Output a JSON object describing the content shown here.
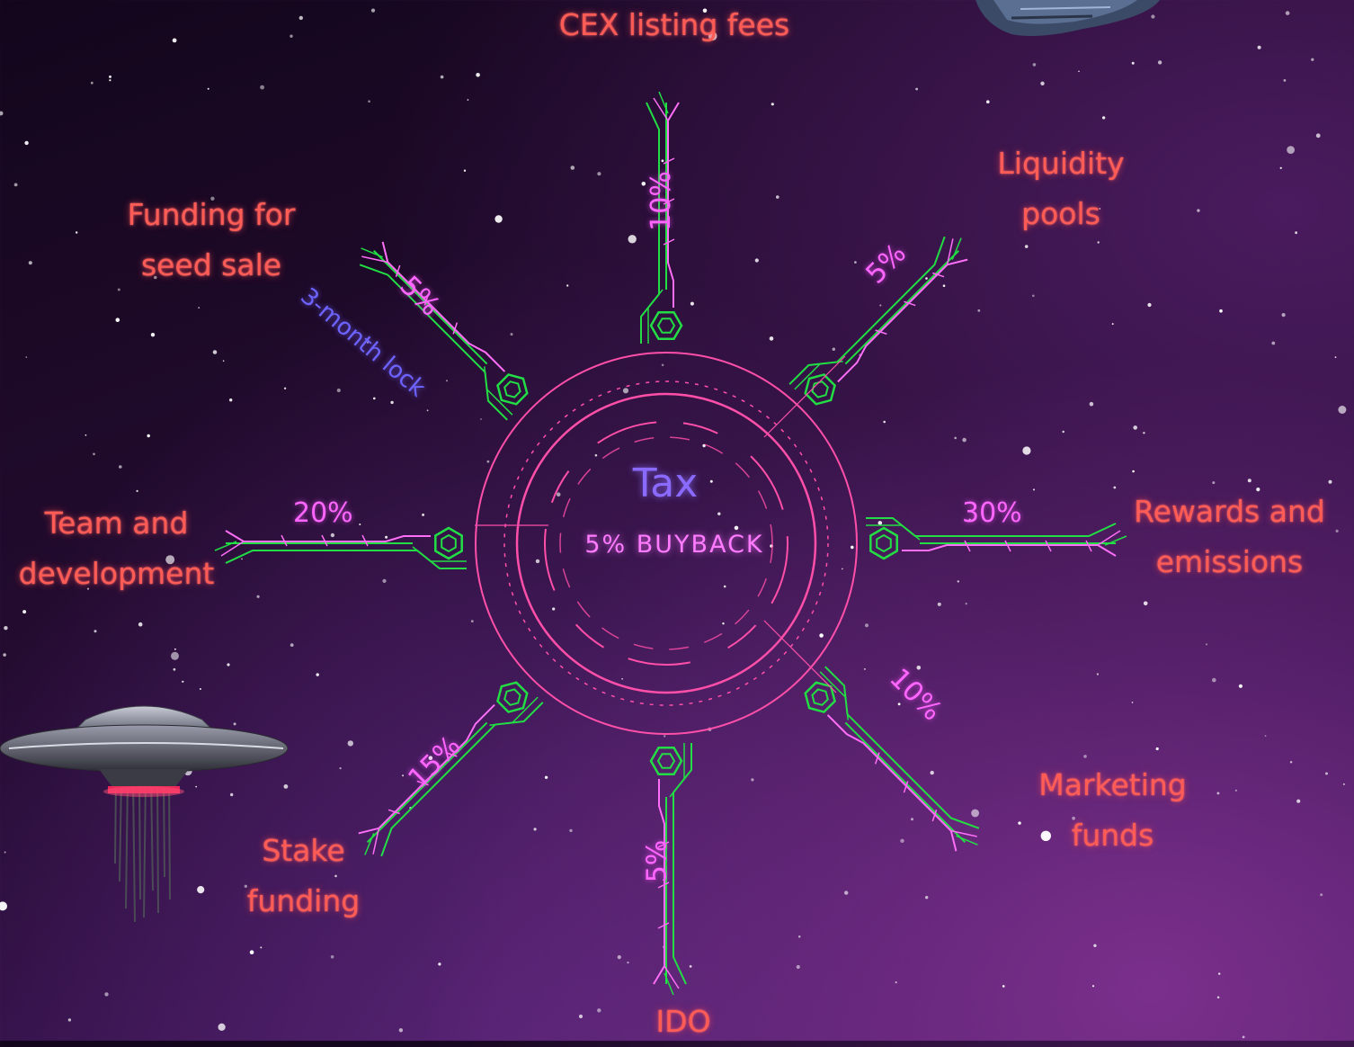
{
  "colors": {
    "label": "#ff5c55",
    "percent": "#ff66ff",
    "circuit_green": "#22dd44",
    "circuit_pink": "#ff6ef7",
    "ring": "#ff4fa8",
    "lock_text": "#6d63ff"
  },
  "center": {
    "title": "Tax",
    "subtitle": "5% BUYBACK"
  },
  "branches": [
    {
      "id": "cex",
      "name": "CEX listing fees",
      "label_lines": [
        "CEX listing fees"
      ],
      "percent": "10%"
    },
    {
      "id": "liquidity",
      "name": "Liquidity pools",
      "label_lines": [
        "Liquidity",
        "pools"
      ],
      "percent": "5%"
    },
    {
      "id": "rewards",
      "name": "Rewards and emissions",
      "label_lines": [
        "Rewards and",
        "emissions"
      ],
      "percent": "30%"
    },
    {
      "id": "marketing",
      "name": "Marketing funds",
      "label_lines": [
        "Marketing",
        "funds"
      ],
      "percent": "10%"
    },
    {
      "id": "ido",
      "name": "IDO",
      "label_lines": [
        "IDO"
      ],
      "percent": "5%"
    },
    {
      "id": "stake",
      "name": "Stake funding",
      "label_lines": [
        "Stake",
        "funding"
      ],
      "percent": "15%"
    },
    {
      "id": "team",
      "name": "Team and development",
      "label_lines": [
        "Team and",
        "development"
      ],
      "percent": "20%"
    },
    {
      "id": "seed",
      "name": "Funding for seed sale",
      "label_lines": [
        "Funding for",
        "seed sale"
      ],
      "percent": "5%",
      "note": "3-month lock"
    }
  ],
  "decorations": [
    "ufo-spaceship",
    "spaceship-corner",
    "starfield"
  ]
}
